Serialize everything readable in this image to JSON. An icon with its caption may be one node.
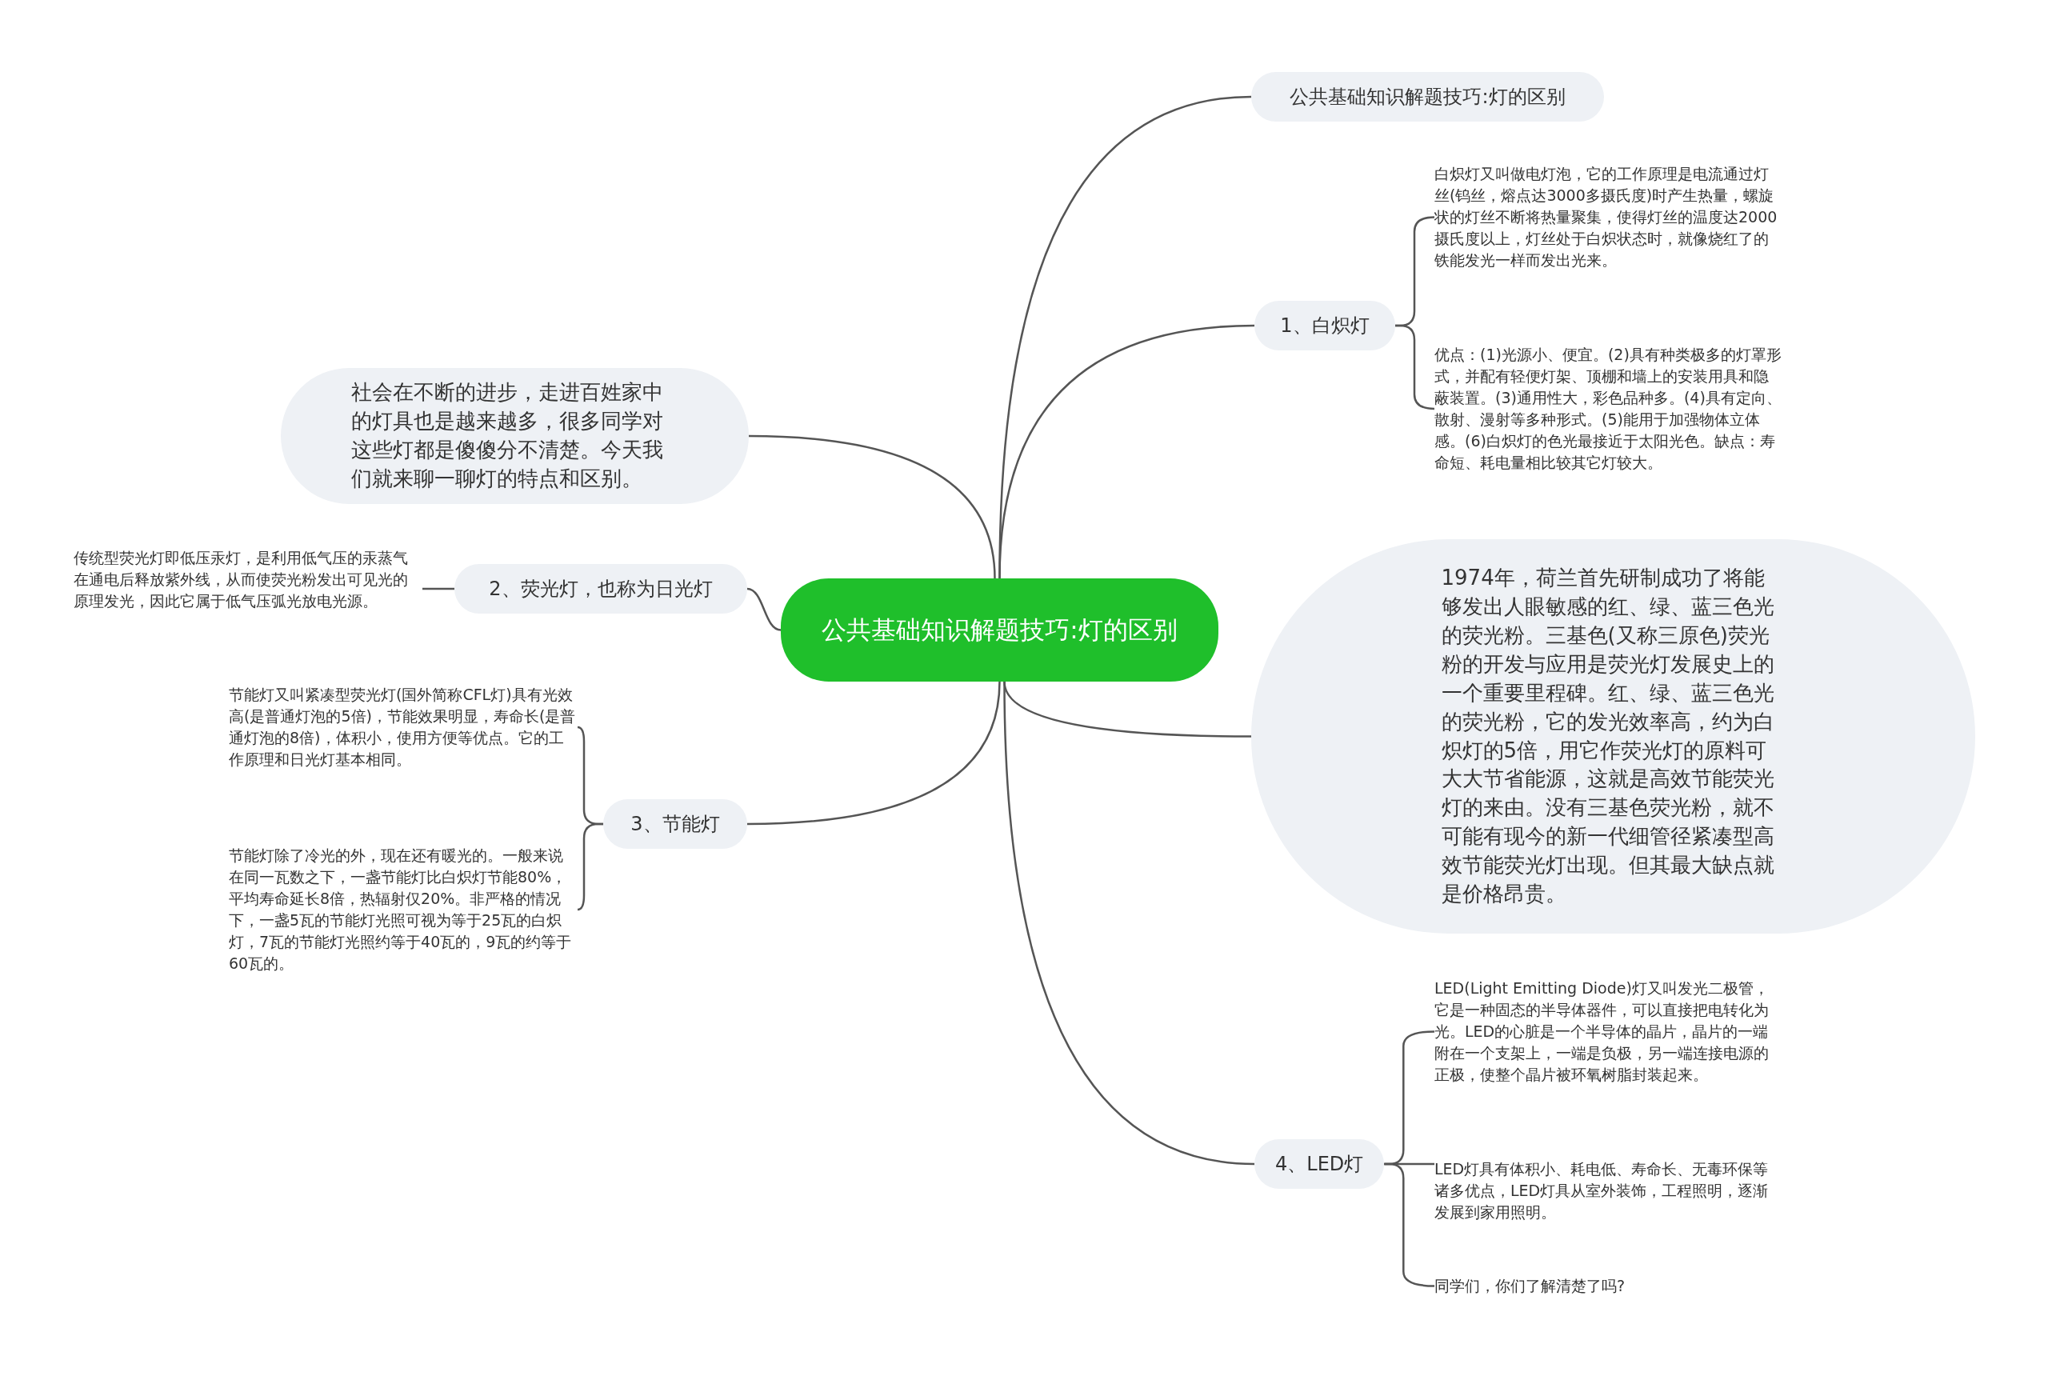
{
  "diagram": {
    "nodes": [
      {
        "text": [
          "公共基础知识解题技巧:灯的区别"
        ]
      },
      {
        "text": [
          "公共基础知识解题技巧:灯的区别"
        ]
      },
      {
        "text": [
          "1、白炽灯"
        ]
      },
      {
        "text": [
          "白炽灯又叫做电灯泡，它的工作原理是电流通过灯丝(钨丝，熔点达3000多摄氏度)时产生热量，螺旋状的灯丝不断将热量聚集，使得灯丝的温度达2000摄氏度以上，灯丝处于白炽状态时，就像烧红了的铁能发光一样而发出光来。"
        ]
      },
      {
        "text": [
          "优点：(1)光源小、便宜。(2)具有种类极多的灯罩形式，并配有轻便灯架、顶棚和墙上的安装用具和隐蔽装置。(3)通用性大，彩色品种多。(4)具有定向、散射、漫射等多种形式。(5)能用于加强物体立体感。(6)白炽灯的色光最接近于太阳光色。缺点：寿命短、耗电量相比较其它灯较大。"
        ]
      },
      {
        "text": [
          "社会在不断的进步，走进百姓家中的灯具也是越来越多，很多同学对这些灯都是傻傻分不清楚。今天我们就来聊一聊灯的特点和区别。"
        ]
      },
      {
        "text": [
          "2、荧光灯，也称为日光灯"
        ]
      },
      {
        "text": [
          "传统型荧光灯即低压汞灯，是利用低气压的汞蒸气在通电后释放紫外线，从而使荧光粉发出可见光的原理发光，因此它属于低气压弧光放电光源。"
        ]
      },
      {
        "text": [
          "3、节能灯"
        ]
      },
      {
        "text": [
          "节能灯又叫紧凑型荧光灯(国外简称CFL灯)具有光效高(是普通灯泡的5倍)，节能效果明显，寿命长(是普通灯泡的8倍)，体积小，使用方便等优点。它的工作原理和日光灯基本相同。"
        ]
      },
      {
        "text": [
          "节能灯除了冷光的外，现在还有暖光的。一般来说在同一瓦数之下，一盏节能灯比白炽灯节能80%，平均寿命延长8倍，热辐射仅20%。非严格的情况下，一盏5瓦的节能灯光照可视为等于25瓦的白炽灯，7瓦的节能灯光照约等于40瓦的，9瓦的约等于60瓦的。"
        ]
      },
      {
        "text": [
          "1974年，荷兰首先研制成功了将能够发出人眼敏感的红、绿、蓝三色光的荧光粉。三基色(又称三原色)荧光粉的开发与应用是荧光灯发展史上的一个重要里程碑。红、绿、蓝三色光的荧光粉，它的发光效率高，约为白炽灯的5倍，用它作荧光灯的原料可大大节省能源，这就是高效节能荧光灯的来由。没有三基色荧光粉，就不可能有现今的新一代细管径紧凑型高效节能荧光灯出现。但其最大缺点就是价格昂贵。"
        ]
      },
      {
        "text": [
          "4、LED灯"
        ]
      },
      {
        "text": [
          "LED(Light Emitting Diode)灯又叫发光二极管，它是一种固态的半导体器件，可以直接把电转化为光。LED的心脏是一个半导体的晶片，晶片的一端附在一个支架上，一端是负极，另一端连接电源的正极，使整个晶片被环氧树脂封装起来。"
        ]
      },
      {
        "text": [
          "LED灯具有体积小、耗电低、寿命长、无毒环保等诸多优点，LED灯具从室外装饰，工程照明，逐渐发展到家用照明。"
        ]
      },
      {
        "text": [
          "同学们，你们了解清楚了吗?"
        ]
      }
    ],
    "edges": [
      {
        "from": 0,
        "to": 1,
        "arrow": "none"
      },
      {
        "from": 0,
        "to": 2,
        "arrow": "none"
      },
      {
        "from": 2,
        "to": 3,
        "arrow": "none"
      },
      {
        "from": 2,
        "to": 4,
        "arrow": "none"
      },
      {
        "from": 0,
        "to": 5,
        "arrow": "none"
      },
      {
        "from": 0,
        "to": 6,
        "arrow": "none"
      },
      {
        "from": 6,
        "to": 7,
        "arrow": "none"
      },
      {
        "from": 0,
        "to": 8,
        "arrow": "none"
      },
      {
        "from": 8,
        "to": 9,
        "arrow": "none"
      },
      {
        "from": 8,
        "to": 10,
        "arrow": "none"
      },
      {
        "from": 0,
        "to": 11,
        "arrow": "none"
      },
      {
        "from": 0,
        "to": 12,
        "arrow": "none"
      },
      {
        "from": 12,
        "to": 13,
        "arrow": "none"
      },
      {
        "from": 12,
        "to": 14,
        "arrow": "none"
      },
      {
        "from": 12,
        "to": 15,
        "arrow": "none"
      }
    ]
  }
}
